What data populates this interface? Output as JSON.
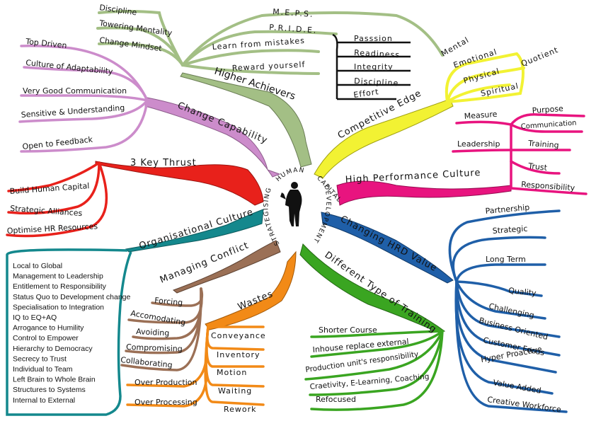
{
  "center": {
    "arc_top": [
      "HUMAN",
      "CAPITAL"
    ],
    "arc_right": "DEVELOPMENT",
    "arc_left": "STRATEGISING"
  },
  "branches": {
    "higher_achievers": {
      "title": "Higher Achievers",
      "color": "#a3bf85",
      "items": [
        "Discipline",
        "Towering Mentality",
        "Change Mindset",
        "M.E.P.S.",
        "P.R.I.D.E.",
        "Learn from mistakes",
        "Reward yourself"
      ],
      "pride_items": [
        "Passsion",
        "Readiness",
        "Integrity",
        "Discipline",
        "Effort"
      ]
    },
    "competitive_edge": {
      "title": "Competitive Edge",
      "color": "#f2f233",
      "items": [
        "Mental",
        "Emotional",
        "Physical",
        "Spiritual",
        "Quotient"
      ]
    },
    "high_performance": {
      "title": "High Performance Culture",
      "color": "#e8147f",
      "items": [
        "Measure",
        "Purpose",
        "Communication",
        "Leadership",
        "Training",
        "Trust",
        "Responsibility"
      ]
    },
    "changing_hrd": {
      "title": "Changing HRD Value",
      "color": "#1f5fa8",
      "items": [
        "Partnership",
        "Strategic",
        "Long Term",
        "Quality",
        "Challenging",
        "Business Oriented",
        "Customer Focus",
        "Hyper Proactive",
        "Value Added",
        "Creative Workforce"
      ]
    },
    "different_training": {
      "title": "Different Type of Training",
      "color": "#3aa521",
      "items": [
        "Shorter Course",
        "Inhouse replace external",
        "Production unit's responsibility",
        "Craetivity, E-Learning, Coaching",
        "Refocused"
      ]
    },
    "wastes": {
      "title": "Wastes",
      "color": "#f28a17",
      "items": [
        "Conveyance",
        "Inventory",
        "Motion",
        "Waiting",
        "Rework",
        "Over Production",
        "Over Processing"
      ]
    },
    "managing_conflict": {
      "title": "Managing Conflict",
      "color": "#9b7056",
      "items": [
        "Forcing",
        "Accomodating",
        "Avoiding",
        "Compromising",
        "Collaborating"
      ]
    },
    "org_culture": {
      "title": "Organisational Culture",
      "color": "#14888d",
      "items": [
        "Local to Global",
        "Management to Leadership",
        "Entitlement to Responsibility",
        "Status Quo to Development change",
        "Specialisation to Integration",
        "IQ to EQ+AQ",
        "Arrogance to Humility",
        "Control to Empower",
        "Hierarchy to Democracy",
        "Secrecy to Trust",
        "Individual to Team",
        "Left Brain to Whole Brain",
        "Structures to Systems",
        "Internal to External"
      ]
    },
    "key_thrust": {
      "title": "3 Key Thrust",
      "color": "#e8211b",
      "items": [
        "Build Human Capital",
        "Strategic Alliances",
        "Optimise HR Resources"
      ]
    },
    "change_capability": {
      "title": "Change Capability",
      "color": "#cc8ccb",
      "items": [
        "Top Driven",
        "Culture of Adaptability",
        "Very Good Communication",
        "Sensitive & Understanding",
        "Open to Feedback"
      ]
    }
  }
}
